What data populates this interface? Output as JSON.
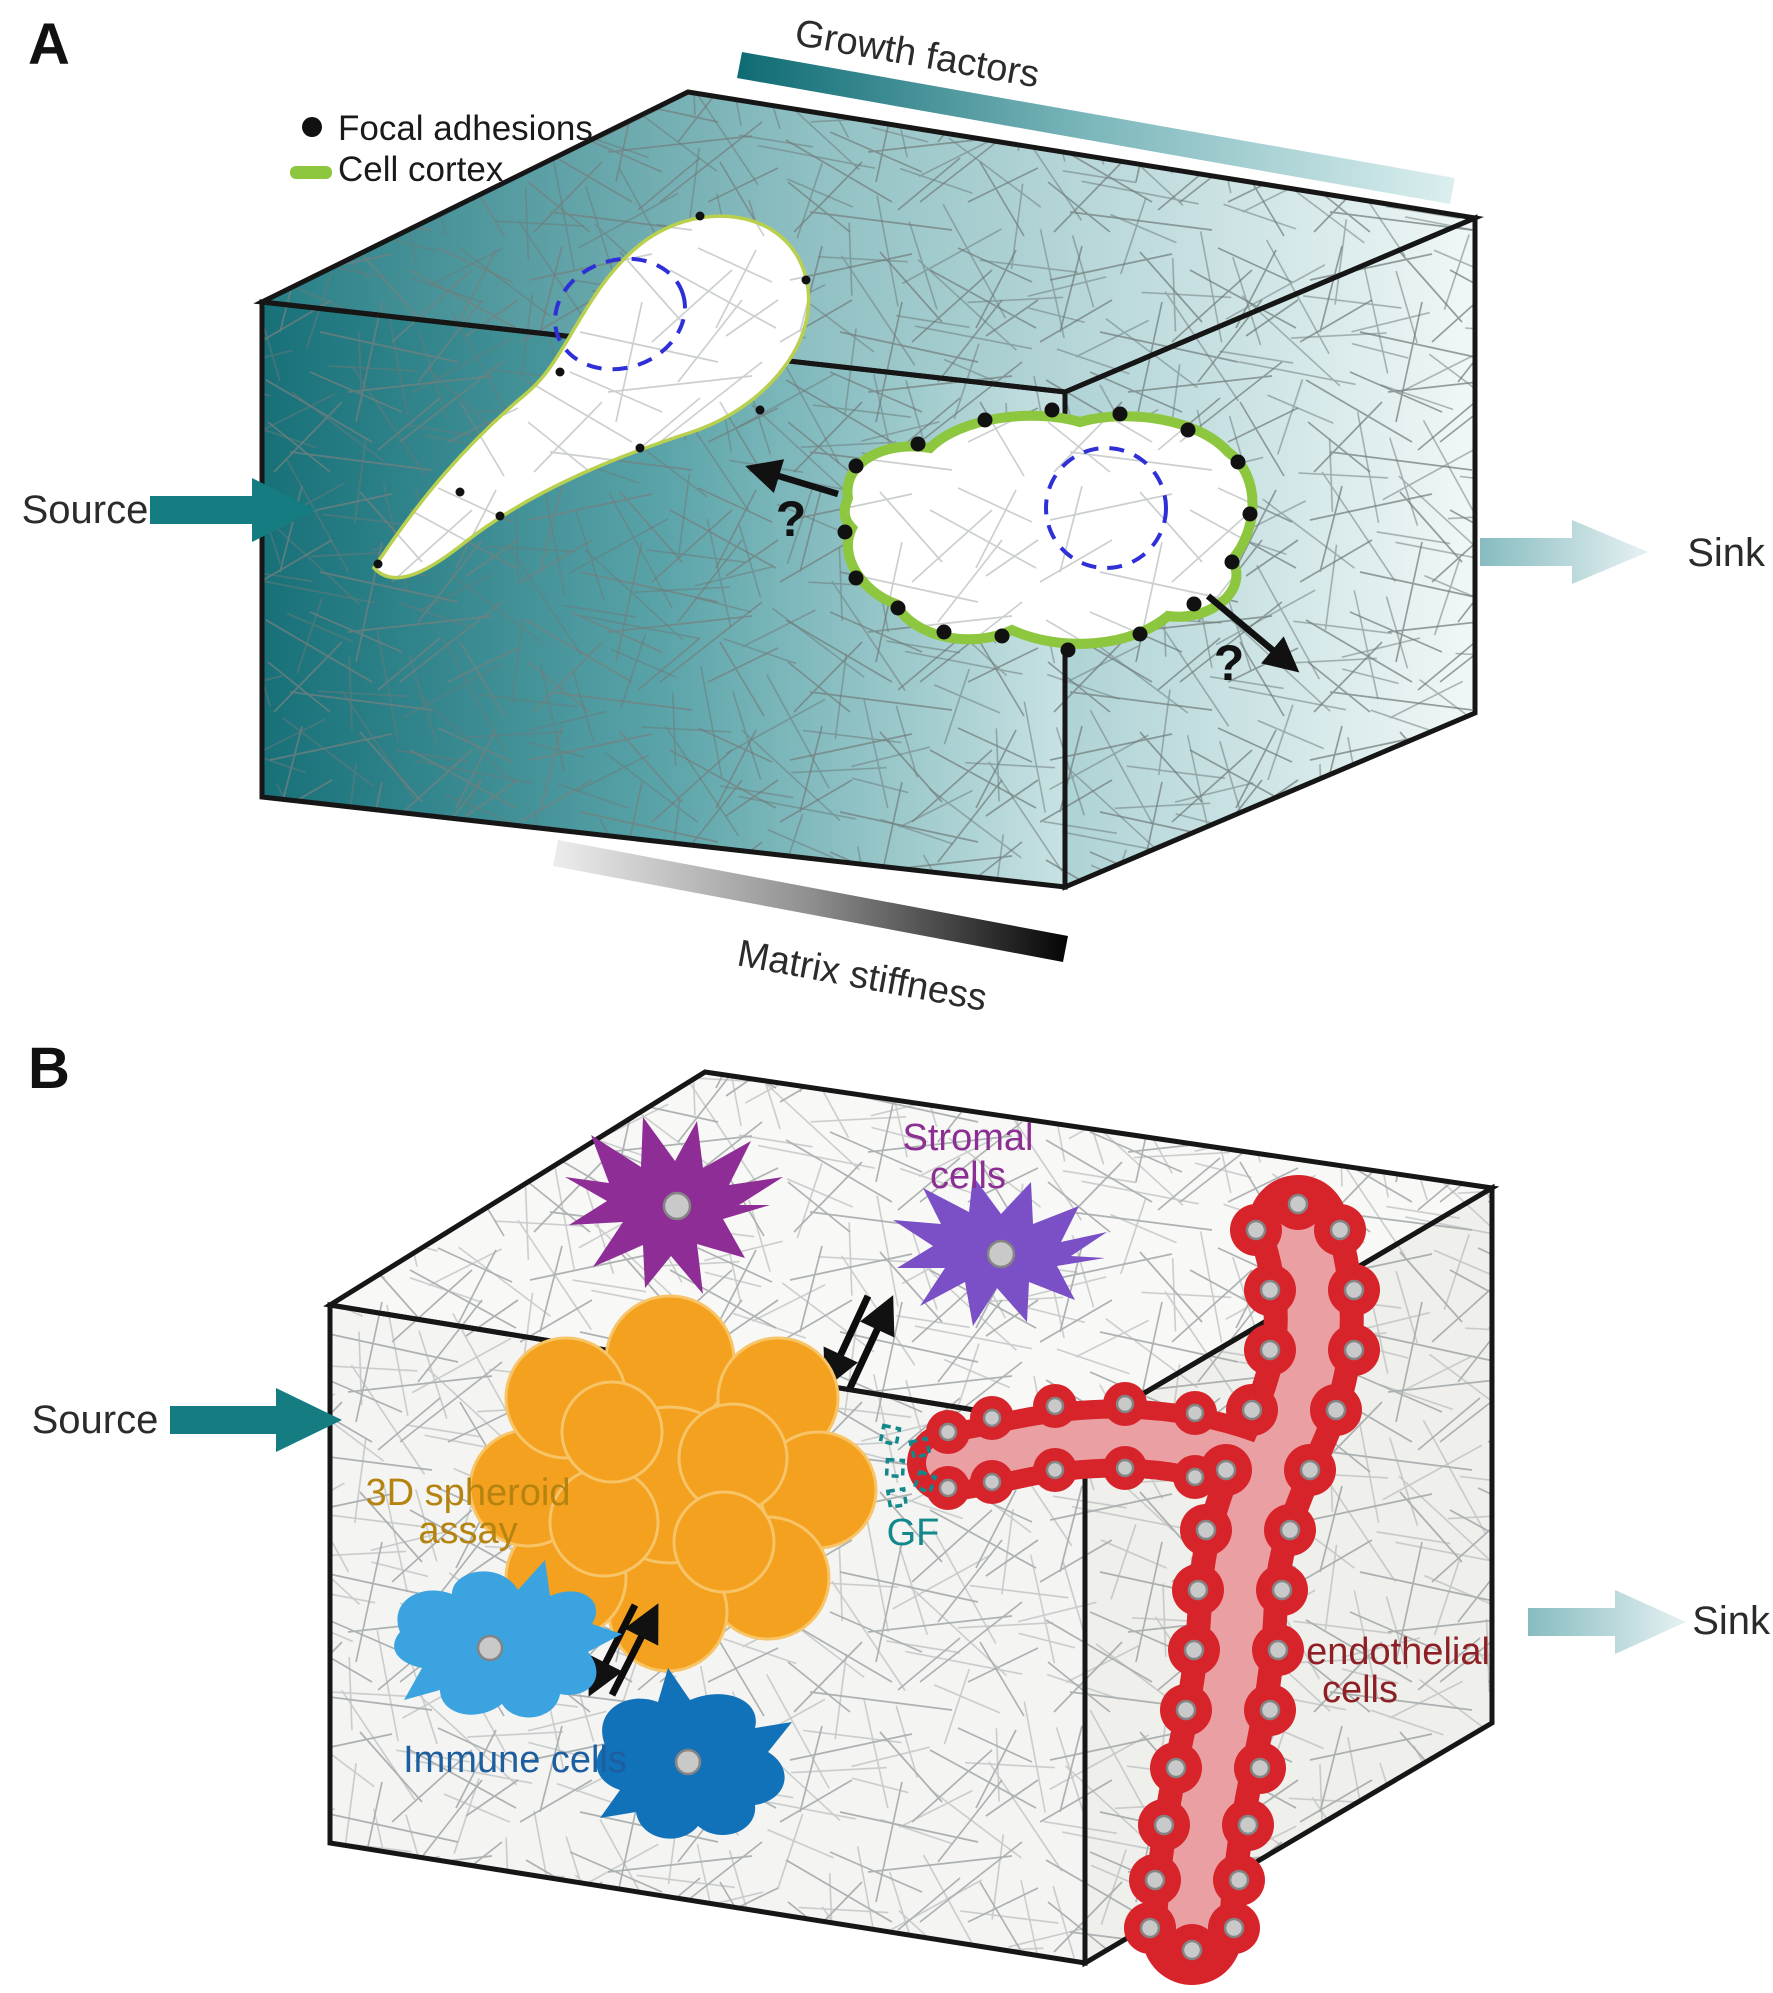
{
  "panel_a": {
    "panel_label": "A",
    "legend": {
      "focal_adhesions": "Focal adhesions",
      "cell_cortex": "Cell cortex"
    },
    "gradient_top_label": "Growth factors",
    "gradient_bottom_label": "Matrix stiffness",
    "source_label": "Source",
    "sink_label": "Sink",
    "question_left": "?",
    "question_right": "?"
  },
  "panel_b": {
    "panel_label": "B",
    "source_label": "Source",
    "sink_label": "Sink",
    "stromal_label_line1": "Stromal",
    "stromal_label_line2": "cells",
    "spheroid_label_line1": "3D spheroid",
    "spheroid_label_line2": "assay",
    "gf_label": "GF",
    "immune_label": "Immune cells",
    "endothelial_label_line1": "endothelial",
    "endothelial_label_line2": "cells"
  },
  "colors": {
    "source_teal": "#157d82",
    "sink_light": "#cde7e9",
    "growth_factor_dark": "#0e6b73",
    "matrix_dark": "#050505",
    "cortex_green": "#8dc63f",
    "cell_outline_green": "#b9d04e",
    "nucleus_blue": "#2f2fd8",
    "stromal_purple_left": "#8f2d96",
    "stromal_purple_right": "#7b4fc5",
    "stromal_label": "#8b2f93",
    "spheroid_orange": "#f3a11e",
    "spheroid_label": "#b5830f",
    "gf_teal": "#12888c",
    "immune_blue_left": "#3aa3e0",
    "immune_blue_right": "#1272b9",
    "immune_label": "#1c5e9e",
    "endothelial_red": "#d7242b",
    "vessel_lumen_pink": "#eaa0a2",
    "endothelial_label": "#8e1f24",
    "cell_nucleus_gray": "#c9c9c9"
  }
}
